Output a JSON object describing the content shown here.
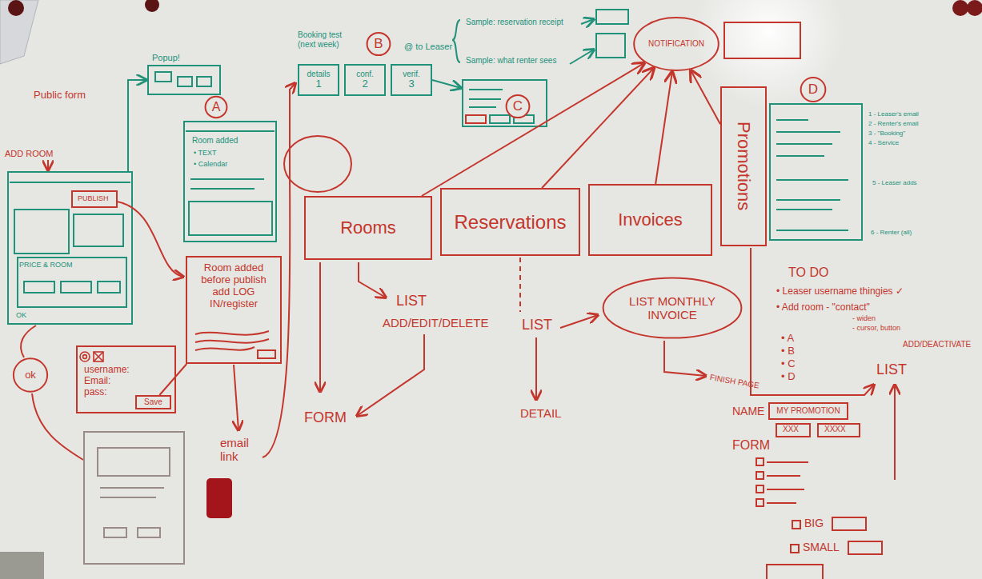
{
  "diagram": {
    "nodes": [
      {
        "text": [
          "B"
        ]
      },
      {
        "text": [
          "details",
          "1"
        ]
      },
      {
        "text": [
          "conf.",
          "2"
        ]
      },
      {
        "text": [
          "verif.",
          "3"
        ]
      },
      {
        "text": [
          "C"
        ]
      },
      {
        "text": [
          "NOTIFICATION"
        ]
      },
      {
        "text": [
          "A"
        ]
      },
      {
        "text": [
          "D"
        ]
      },
      {
        "text": [
          "Rooms"
        ]
      },
      {
        "text": [
          "Reservations"
        ]
      },
      {
        "text": [
          "Invoices"
        ]
      },
      {
        "text": [
          "Promotions"
        ]
      },
      {
        "text": [
          "Room added before publish add LOG IN/register"
        ]
      },
      {
        "text": [
          "LIST MONTHLY INVOICE"
        ]
      },
      {
        "text": [
          "username:",
          "Email:",
          "pass:"
        ]
      },
      {
        "text": [
          "Save"
        ],
        "in": 14
      },
      {
        "text": [
          "ok"
        ]
      },
      {
        "text": [
          "MY PROMOTION"
        ]
      }
    ],
    "edges": [
      {
        "from": 8,
        "to": 5,
        "arrow": "to"
      },
      {
        "from": 9,
        "to": 5,
        "arrow": "to"
      },
      {
        "from": 10,
        "to": 5,
        "arrow": "to"
      },
      {
        "from": 11,
        "to": 5,
        "arrow": "to"
      },
      {
        "from": 15,
        "to": 12,
        "arrow": "none"
      }
    ],
    "labels": [
      "Public form",
      "ADD ROOM",
      "Popup!",
      "PUBLISH",
      "PRICE & ROOM",
      "OK",
      "Room added",
      "• TEXT",
      "• Calendar",
      "email link",
      "Booking test (next week)",
      "@ to Leaser",
      "Sample: reservation receipt",
      "Sample: what renter sees",
      "LIST",
      "ADD/EDIT/DELETE",
      "FORM",
      "LIST",
      "DETAIL",
      "FINISH PAGE",
      "TO DO",
      "• Leaser username thingies ✓",
      "• Add room - \"contact\"",
      "- widen",
      "- cursor, button",
      "• A",
      "• B",
      "• C",
      "• D",
      "ADD/DEACTIVATE",
      "LIST",
      "NAME",
      "XXX",
      "XXXX",
      "FORM",
      "BIG",
      "SMALL",
      "1 - Leaser's email",
      "2 - Renter's email",
      "3 - \"Booking\"",
      "4 - Service",
      "5 - Leaser adds",
      "6 - Renter (all)"
    ]
  }
}
